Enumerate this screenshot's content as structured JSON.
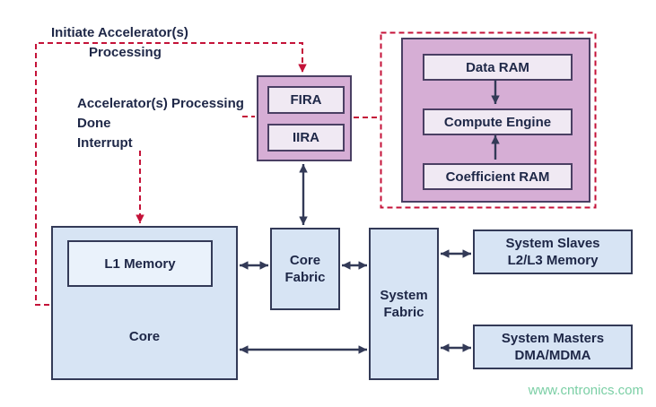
{
  "annotations": {
    "initiate": {
      "line1": "Initiate Accelerator(s)",
      "line2": "Processing"
    },
    "done": {
      "line1": "Accelerator(s) Processing",
      "line2": "Done",
      "line3": "Interrupt"
    }
  },
  "accelerator_block": {
    "fira": "FIRA",
    "iira": "IIRA"
  },
  "accelerator_detail": {
    "data_ram": "Data RAM",
    "compute_engine": "Compute Engine",
    "coefficient_ram": "Coefficient RAM"
  },
  "system_blocks": {
    "l1_memory": "L1 Memory",
    "core": "Core",
    "core_fabric": {
      "line1": "Core",
      "line2": "Fabric"
    },
    "system_fabric": {
      "line1": "System",
      "line2": "Fabric"
    },
    "system_slaves": {
      "line1": "System Slaves",
      "line2": "L2/L3 Memory"
    },
    "system_masters": {
      "line1": "System Masters",
      "line2": "DMA/MDMA"
    }
  },
  "watermark": "www.cntronics.com",
  "connections": [
    {
      "from": "accelerator-block",
      "to": "core-fabric",
      "type": "double-arrow"
    },
    {
      "from": "core",
      "to": "core-fabric",
      "type": "double-arrow"
    },
    {
      "from": "core-fabric",
      "to": "system-fabric",
      "type": "double-arrow"
    },
    {
      "from": "system-fabric",
      "to": "system-slaves",
      "type": "double-arrow"
    },
    {
      "from": "core",
      "to": "system-fabric",
      "type": "double-arrow"
    },
    {
      "from": "system-fabric",
      "to": "system-masters",
      "type": "double-arrow"
    },
    {
      "from": "data-ram",
      "to": "compute-engine",
      "type": "arrow"
    },
    {
      "from": "coefficient-ram",
      "to": "compute-engine",
      "type": "arrow"
    },
    {
      "from": "core",
      "to": "accelerator-block",
      "type": "dashed-red-arrow",
      "label": "Initiate Accelerator(s) Processing"
    },
    {
      "from": "accelerator-block",
      "to": "core",
      "type": "dashed-red-arrow",
      "label": "Accelerator(s) Processing Done Interrupt"
    },
    {
      "from": "accelerator-block",
      "to": "accelerator-detail",
      "type": "dashed-red-line"
    }
  ],
  "colors": {
    "text_navy": "#1e2747",
    "navy_border": "#333a57",
    "blue_fill": "#d7e4f4",
    "blue_inner_fill": "#eaf2fb",
    "purple_border": "#4a3f63",
    "purple_fill": "#d6aed5",
    "purple_inner_fill": "#f0e9f3",
    "red_accent": "#c41238",
    "watermark_green": "#7bcfa5"
  }
}
